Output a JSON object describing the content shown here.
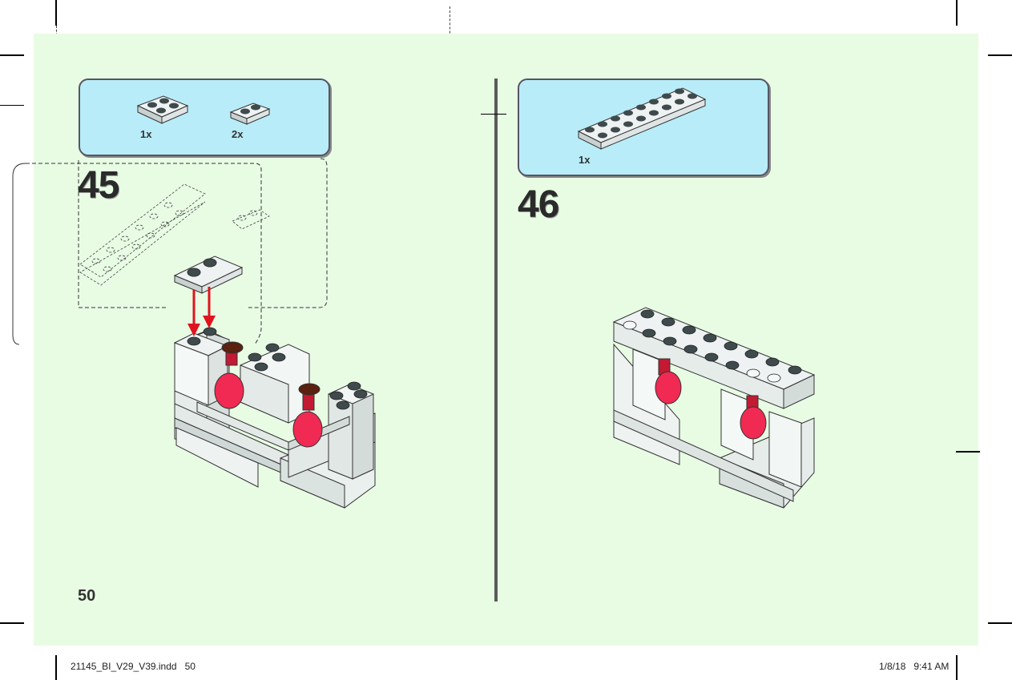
{
  "left_page": {
    "parts": [
      {
        "qty": "1x",
        "part_icon": "plate-2x2-icon"
      },
      {
        "qty": "2x",
        "part_icon": "plate-1x2-icon"
      }
    ],
    "step_number": "45",
    "page_number": "50"
  },
  "right_page": {
    "parts": [
      {
        "qty": "1x",
        "part_icon": "plate-2x8-icon"
      }
    ],
    "step_number": "46"
  },
  "slug": {
    "file_info": "21145_BI_V29_V39.indd   50",
    "timestamp": "1/8/18   9:41 AM"
  },
  "colors": {
    "page_background": "#e8fce4",
    "parts_box": "#b8ecf8",
    "arrow": "#e0141e",
    "brick_white": "#f4f8f6",
    "stud_dark": "#3f4a4c"
  }
}
